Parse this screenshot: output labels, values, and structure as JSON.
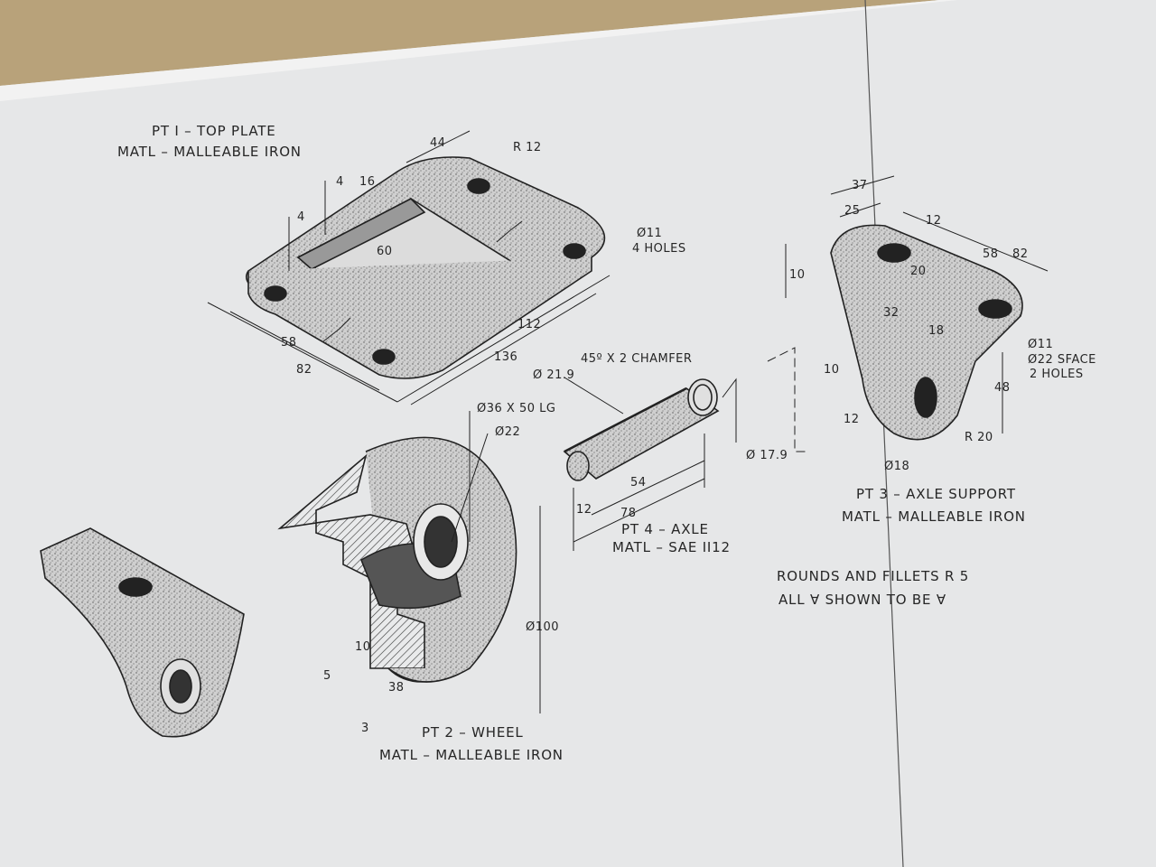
{
  "parts": {
    "pt1": {
      "title": "PT I – TOP PLATE",
      "material": "MATL – MALLEABLE IRON"
    },
    "pt2": {
      "title": "PT 2 – WHEEL",
      "material": "MATL – MALLEABLE IRON"
    },
    "pt3": {
      "title": "PT 3 – AXLE SUPPORT",
      "material": "MATL – MALLEABLE IRON"
    },
    "pt4": {
      "title": "PT 4 – AXLE",
      "material": "MATL – SAE II12"
    }
  },
  "pt1_dims": {
    "d44": "44",
    "r12": "R 12",
    "d4a": "4",
    "d16": "16",
    "d4b": "4",
    "d60": "60",
    "holes_dia": "Ø11",
    "holes_count": "4 HOLES",
    "d112": "112",
    "d58": "58",
    "d82": "82",
    "d136": "136"
  },
  "pt2_dims": {
    "bore_len": "Ø36 X 50 LG",
    "bore": "Ø22",
    "dia100": "Ø100",
    "d10": "10",
    "d5": "5",
    "d38": "38",
    "d3": "3"
  },
  "pt4_dims": {
    "chamfer": "45º X 2 CHAMFER",
    "dia219": "Ø 21.9",
    "dia179": "Ø 17.9",
    "d54": "54",
    "d12": "12",
    "d78": "78"
  },
  "pt3_dims": {
    "d37": "37",
    "d25": "25",
    "d12a": "12",
    "d58": "58",
    "d82": "82",
    "d10a": "10",
    "d20": "20",
    "d32": "32",
    "d18": "18",
    "holes_dia": "Ø11",
    "holes_space": "Ø22 SFACE",
    "holes_count": "2 HOLES",
    "d10b": "10",
    "d48": "48",
    "d12b": "12",
    "r20": "R 20",
    "dia18": "Ø18"
  },
  "notes": {
    "line1": "ROUNDS AND FILLETS R 5",
    "line2": "ALL ∀ SHOWN TO BE ∀"
  },
  "colors": {
    "background": "#b8a27a",
    "paper": "#e9eaeb",
    "ink": "#262626",
    "stipple": "#c7c7c7"
  }
}
